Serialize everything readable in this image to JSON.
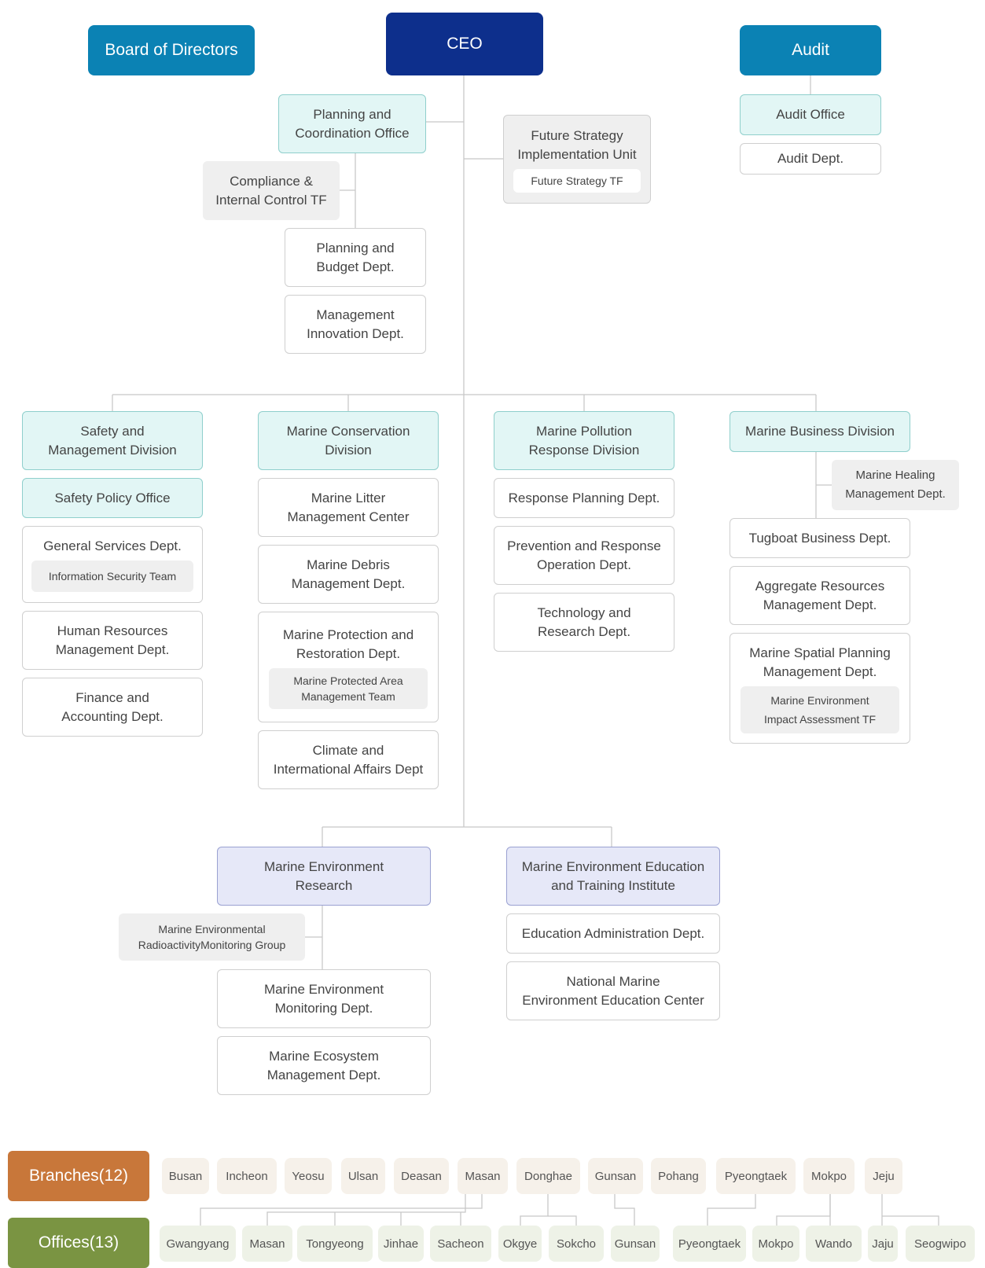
{
  "top": {
    "board": "Board of Directors",
    "ceo": "CEO",
    "audit": "Audit",
    "audit_office": "Audit Office",
    "audit_dept": "Audit Dept."
  },
  "ceo_units": {
    "planning_office": [
      "Planning and",
      "Coordination Office"
    ],
    "compliance": [
      "Compliance &",
      "Internal Control TF"
    ],
    "planning_budget": [
      "Planning and",
      "Budget Dept."
    ],
    "mgmt_innovation": [
      "Management",
      "Innovation Dept."
    ],
    "future_unit": [
      "Future Strategy",
      "Implementation Unit"
    ],
    "future_tf": "Future Strategy TF"
  },
  "divisions": {
    "safety": {
      "title": [
        "Safety and",
        "Management Division"
      ],
      "office": "Safety Policy Office",
      "general": "General Services Dept.",
      "infosec": "Information Security Team",
      "hr": [
        "Human Resources",
        "Management Dept."
      ],
      "finance": [
        "Finance and",
        "Accounting Dept."
      ]
    },
    "conservation": {
      "title": [
        "Marine Conservation",
        "Division"
      ],
      "litter": [
        "Marine Litter",
        "Management Center"
      ],
      "debris": [
        "Marine Debris",
        "Management Dept."
      ],
      "protection": [
        "Marine Protection and",
        "Restoration Dept."
      ],
      "mpa": [
        "Marine Protected Area",
        "Management Team"
      ],
      "climate": [
        "Climate and",
        "Intermational Affairs Dept"
      ]
    },
    "pollution": {
      "title": [
        "Marine Pollution",
        "Response Division"
      ],
      "planning": "Response Planning Dept.",
      "prevention": [
        "Prevention and Response",
        "Operation Dept."
      ],
      "technology": [
        "Technology and",
        "Research Dept."
      ]
    },
    "business": {
      "title": "Marine Business Division",
      "healing": [
        "Marine Healing",
        "Management Dept."
      ],
      "tugboat": "Tugboat Business Dept.",
      "aggregate": [
        "Aggregate Resources",
        "Management Dept."
      ],
      "spatial": [
        "Marine Spatial Planning",
        "Management Dept."
      ],
      "impact": [
        "Marine Environment",
        "Impact Assessment TF"
      ]
    }
  },
  "research": {
    "title": [
      "Marine Environment",
      "Research"
    ],
    "radioactivity": [
      "Marine Environmental",
      "RadioactivityMonitoring Group"
    ],
    "monitoring": [
      "Marine Environment",
      "Monitoring Dept."
    ],
    "ecosystem": [
      "Marine Ecosystem",
      "Management Dept."
    ]
  },
  "education": {
    "title": [
      "Marine Environment Education",
      "and Training Institute"
    ],
    "admin": "Education Administration Dept.",
    "center": [
      "National Marine",
      "Environment Education Center"
    ]
  },
  "branches": {
    "label": "Branches(12)",
    "color": "#c8773a",
    "items": [
      "Busan",
      "Incheon",
      "Yeosu",
      "Ulsan",
      "Deasan",
      "Masan",
      "Donghae",
      "Gunsan",
      "Pohang",
      "Pyeongtaek",
      "Mokpo",
      "Jeju"
    ]
  },
  "offices": {
    "label": "Offices(13)",
    "color": "#7a9442",
    "items": [
      "Gwangyang",
      "Masan",
      "Tongyeong",
      "Jinhae",
      "Sacheon",
      "Okgye",
      "Sokcho",
      "Gunsan",
      "Pyeongtaek",
      "Mokpo",
      "Wando",
      "Jaju",
      "Seogwipo"
    ]
  }
}
